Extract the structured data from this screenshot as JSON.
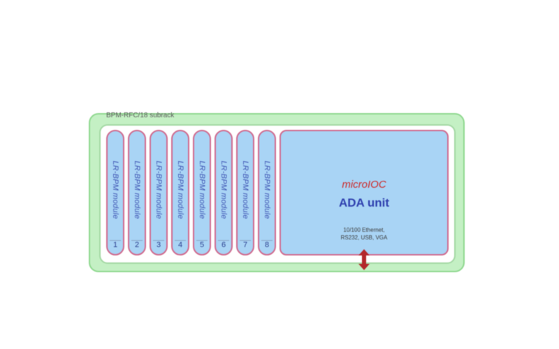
{
  "diagram": {
    "subrack_title": "BPM-RFC/18 subrack",
    "slots": [
      {
        "label": "LR-BPM module",
        "number": "1"
      },
      {
        "label": "LR-BPM module",
        "number": "2"
      },
      {
        "label": "LR-BPM module",
        "number": "3"
      },
      {
        "label": "LR-BPM module",
        "number": "4"
      },
      {
        "label": "LR-BPM module",
        "number": "5"
      },
      {
        "label": "LR-BPM module",
        "number": "6"
      },
      {
        "label": "LR-BPM module",
        "number": "7"
      },
      {
        "label": "LR-BPM module",
        "number": "8"
      }
    ],
    "ada": {
      "brand": "microIOC",
      "title": "ADA unit",
      "ports_line1": "10/100 Ethernet,",
      "ports_line2": "RS232, USB, VGA"
    },
    "connector_icon": "double-arrow-vertical-icon",
    "colors": {
      "subrack_fill": "#c4f0c4",
      "module_fill": "#a9d4f5",
      "module_border": "#d06a8e",
      "arrow": "#b3262a"
    }
  }
}
